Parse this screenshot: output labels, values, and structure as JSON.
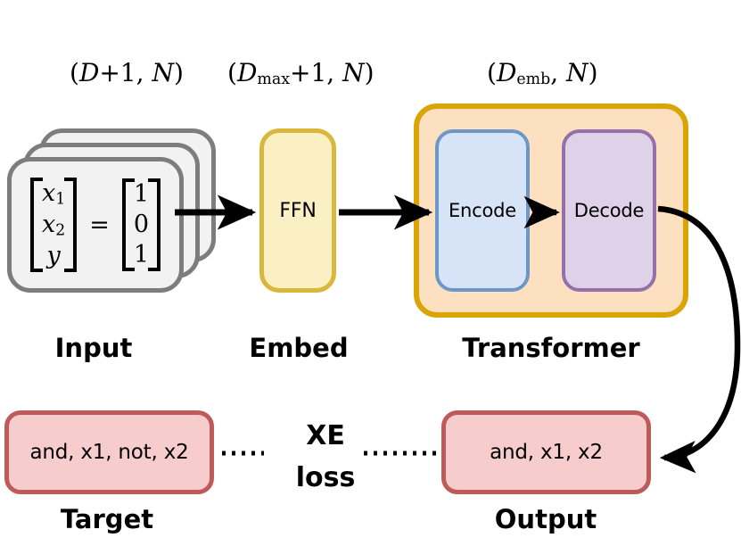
{
  "diagram": {
    "title": "Transformer training pipeline diagram",
    "dimension_labels": [
      {
        "id": "input-dim",
        "text": "(D+1, N)",
        "base": "D",
        "sub": "",
        "suffix": "+1, N"
      },
      {
        "id": "embed-dim",
        "text": "(Dmax+1, N)",
        "base": "D",
        "sub": "max",
        "suffix": "+1, N"
      },
      {
        "id": "transformer-dim",
        "text": "(Demb, N)",
        "base": "D",
        "sub": "emb",
        "suffix": ", N"
      }
    ],
    "input": {
      "caption": "Input",
      "lhs": [
        "x1",
        "x2",
        "y"
      ],
      "lhs_tokens": [
        {
          "base": "x",
          "sub": "1"
        },
        {
          "base": "x",
          "sub": "2"
        },
        {
          "base": "y",
          "sub": ""
        }
      ],
      "equals": "=",
      "rhs": [
        "1",
        "0",
        "1"
      ],
      "stack_count": 3
    },
    "embed": {
      "caption": "Embed",
      "block_label": "FFN"
    },
    "transformer": {
      "caption": "Transformer",
      "encode_label": "Encode",
      "decode_label": "Decode"
    },
    "target": {
      "caption": "Target",
      "text": "and, x1, not, x2"
    },
    "output": {
      "caption": "Output",
      "text": "and, x1, x2"
    },
    "loss": {
      "line1": "XE",
      "line2": "loss"
    },
    "colors": {
      "input_border": "#7d7d7d",
      "input_fill": "#f2f2f2",
      "ffn_border": "#d9b63c",
      "ffn_fill": "#fbefc4",
      "transformer_border": "#d9a404",
      "transformer_fill": "#fce0c0",
      "encode_border": "#6f97c6",
      "encode_fill": "#d7e4f7",
      "decode_border": "#9470ab",
      "decode_fill": "#dfd1e8",
      "pink_border": "#bf5a5a",
      "pink_fill": "#f7cccc",
      "arrow": "#000000",
      "background": "#ffffff"
    }
  }
}
